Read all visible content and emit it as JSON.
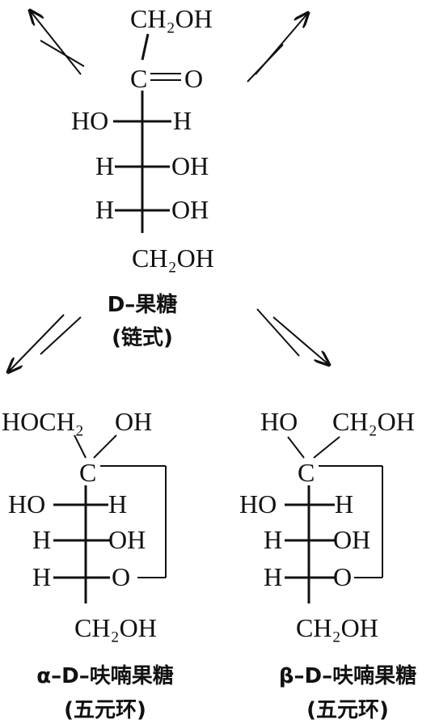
{
  "chain": {
    "ch2oh_top": "CH₂OH",
    "carbonyl_c": "C",
    "carbonyl_o": "O",
    "r1_left": "HO",
    "r1_right": "H",
    "r2_left": "H",
    "r2_right": "OH",
    "r3_left": "H",
    "r3_right": "OH",
    "ch2oh_bottom": "CH₂OH",
    "caption_name": "D–果糖",
    "caption_form": "(链式)"
  },
  "alpha": {
    "top_left": "HOCH₂",
    "top_right": "OH",
    "anomeric_c": "C",
    "r1_left": "HO",
    "r1_right": "H",
    "r2_left": "H",
    "r2_right": "OH",
    "r3_left": "H",
    "r3_right": "O",
    "bottom": "CH₂OH",
    "caption_name": "α–D–呋喃果糖",
    "caption_form": "(五元环)"
  },
  "beta": {
    "top_left": "HO",
    "top_right": "CH₂OH",
    "anomeric_c": "C",
    "r1_left": "HO",
    "r1_right": "H",
    "r2_left": "H",
    "r2_right": "OH",
    "r3_left": "H",
    "r3_right": "O",
    "bottom": "CH₂OH",
    "caption_name": "β–D–呋喃果糖",
    "caption_form": "(五元环)"
  }
}
